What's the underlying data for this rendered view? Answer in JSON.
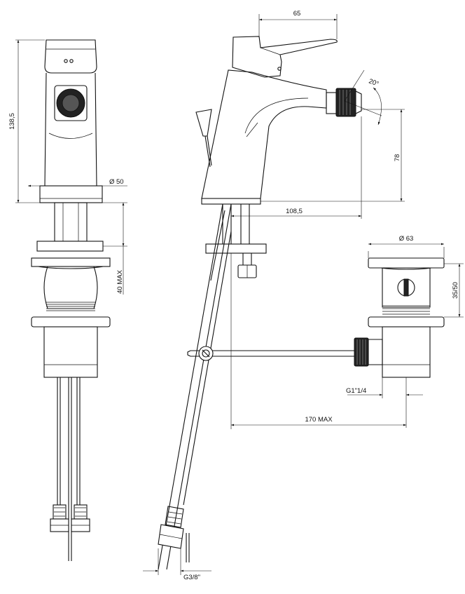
{
  "dimensions": {
    "width_top": "65",
    "angle": "20°",
    "height_total": "138,5",
    "base_diameter": "Ø 50",
    "spout_height": "78",
    "spout_reach": "108,5",
    "deck_max": "40 MAX",
    "waste_diameter": "Ø 63",
    "waste_height": "35/50",
    "waste_thread": "G1\"1/4",
    "rod_length": "170 MAX",
    "hose_thread": "G3/8\""
  }
}
